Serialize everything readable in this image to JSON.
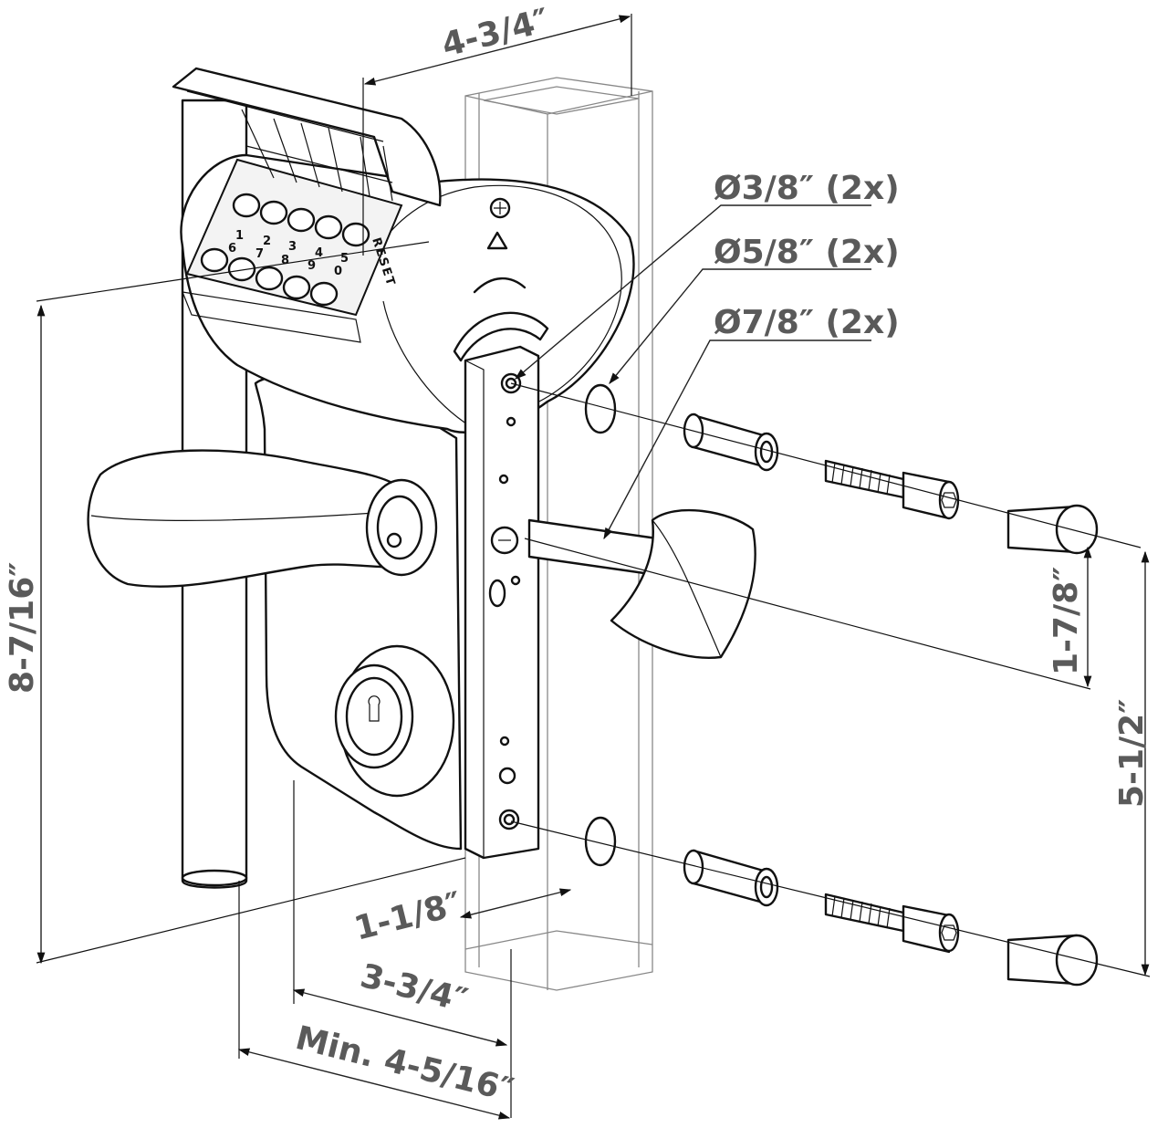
{
  "dimensions": {
    "width_top": "4-3/4″",
    "height_total": "8-7/16″",
    "offset_profile": "1-1/8″",
    "backset": "3-3/4″",
    "min_post": "Min. 4-5/16″",
    "handle_spacing": "1-7/8″",
    "bolt_spacing": "5-1/2″"
  },
  "callouts": {
    "hole_small": "Ø3/8″ (2x)",
    "hole_medium": "Ø5/8″ (2x)",
    "hole_large": "Ø7/8″ (2x)"
  },
  "keypad": {
    "digits_top": [
      "1",
      "2",
      "3",
      "4",
      "5"
    ],
    "digits_bottom": [
      "6",
      "7",
      "8",
      "9",
      "0"
    ],
    "reset_label": "RESET"
  },
  "colors": {
    "line": "#111111",
    "dimension_text": "#5a5a5a"
  }
}
